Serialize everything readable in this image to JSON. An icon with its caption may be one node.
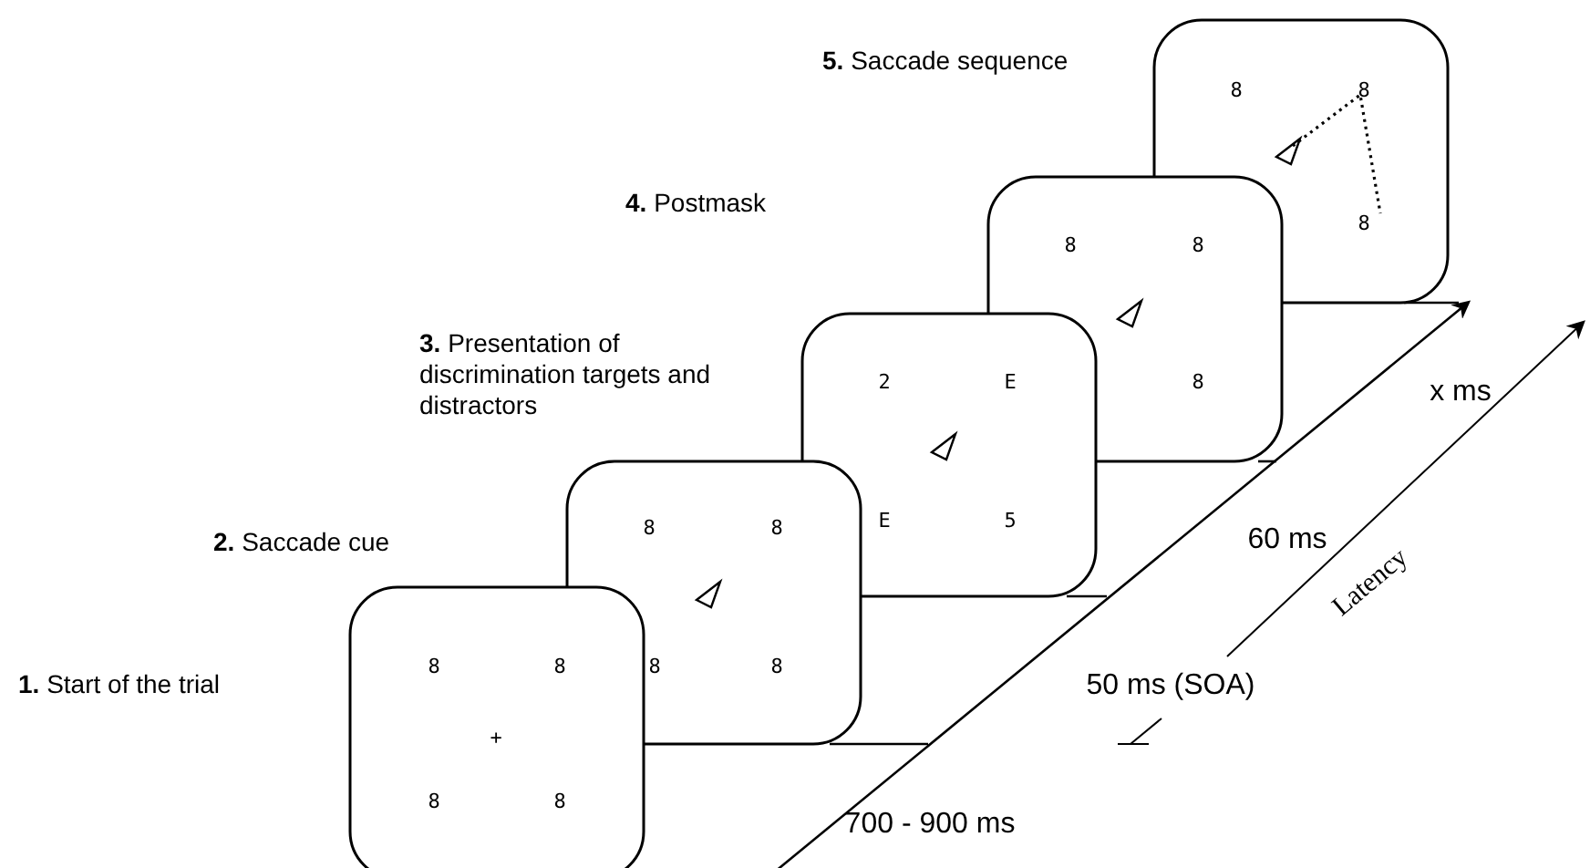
{
  "diagram": {
    "labels": [
      "**5.** Saccade sequence",
      "8",
      "8",
      "8",
      "**4.** Postmask",
      "8",
      "8",
      "8",
      "**3.** Presentation of discrimination targets and distractors",
      "2",
      "E",
      "E",
      "5",
      "x ms",
      "**2.** Saccade cue",
      "8",
      "8",
      "8",
      "8",
      "60 ms",
      "Latency",
      "**1.** Start of the trial",
      "8",
      "8",
      "+",
      "50 ms (SOA)",
      "8",
      "8",
      "700 - 900 ms"
    ]
  }
}
